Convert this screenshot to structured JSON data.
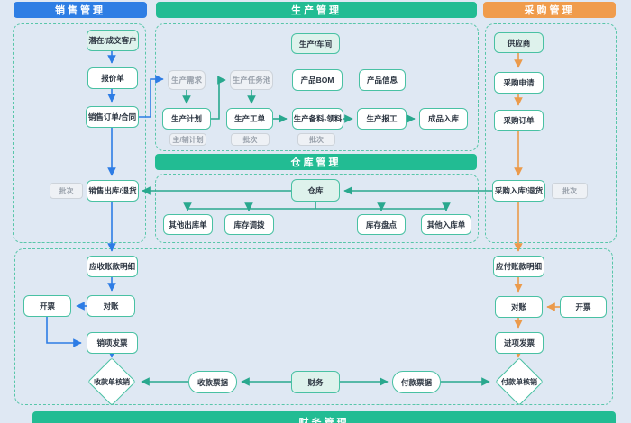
{
  "sections": {
    "sales": "销售管理",
    "production": "生产管理",
    "purchase": "采购管理",
    "warehouse": "仓库管理",
    "finance": "财务管理"
  },
  "colors": {
    "sales_header": "#2e7ee4",
    "green_header": "#22bc93",
    "purchase_header": "#f09c4c",
    "arrow_blue": "#2d7ce5",
    "arrow_teal": "#29a88e",
    "arrow_orange": "#eb9a4b",
    "node_border": "#49c1a3",
    "source_node_fill": "#def2ec"
  },
  "nodes": {
    "customer": "潜在/成交客户",
    "quotation": "报价单",
    "sales_order": "销售订单/合同",
    "sales_outbound": "销售出库/退货",
    "batch_sales": "批次",
    "workshop": "生产/车间",
    "prod_demand": "生产需求",
    "task_pool": "生产任务池",
    "product_bom": "产品BOM",
    "product_info": "产品信息",
    "prod_plan": "生产计划",
    "main_aux_plan": "主/辅计划",
    "work_order": "生产工单",
    "batch_wo": "批次",
    "material": "生产备料-领料",
    "batch_mat": "批次",
    "reporting": "生产报工",
    "finished_in": "成品入库",
    "warehouse": "仓库",
    "other_out": "其他出库单",
    "transfer": "库存调拨",
    "stocktake": "库存盘点",
    "other_in": "其他入库单",
    "supplier": "供应商",
    "purchase_request": "采购申请",
    "purchase_order": "采购订单",
    "purchase_in": "采购入库/退货",
    "batch_purchase": "批次",
    "ar_detail": "应收账款明细",
    "recon_left": "对账",
    "invoice_left": "开票",
    "sales_invoice": "销项发票",
    "receipt_writeoff": "收款单核销",
    "receipt_bill": "收款票据",
    "finance": "财务",
    "payment_bill": "付款票据",
    "payment_writeoff": "付款单核销",
    "ap_detail": "应付账款明细",
    "recon_right": "对账",
    "invoice_right": "开票",
    "purchase_invoice": "进项发票"
  }
}
